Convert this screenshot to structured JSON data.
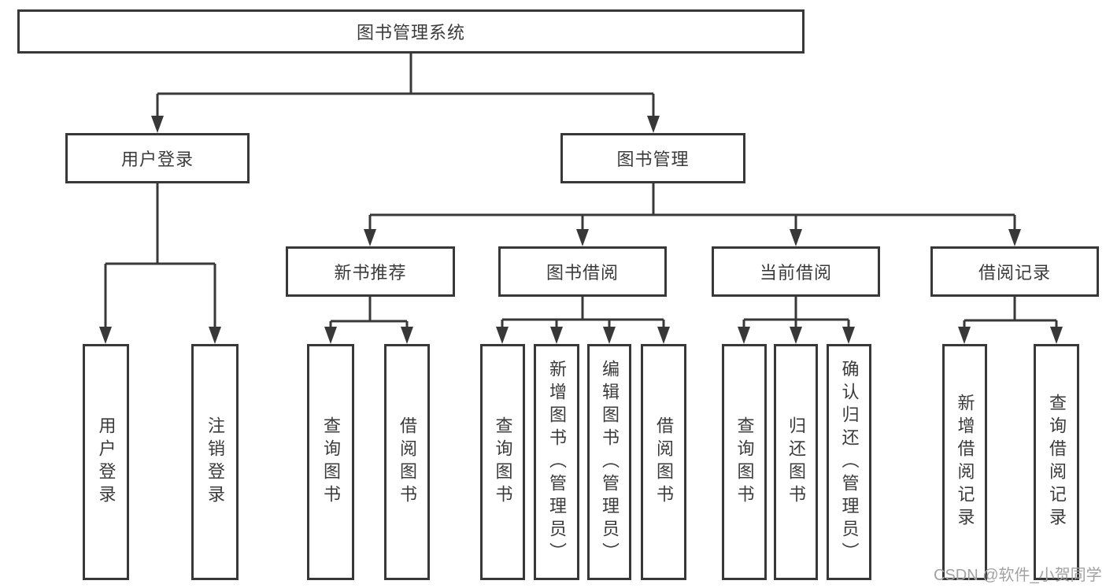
{
  "diagram": {
    "type": "tree",
    "tree": {
      "root": {
        "label": "图书管理系统"
      },
      "branches": [
        {
          "label": "用户登录",
          "children": [
            {
              "label": "用户登录"
            },
            {
              "label": "注销登录"
            }
          ]
        },
        {
          "label": "图书管理",
          "children": [
            {
              "label": "新书推荐",
              "children": [
                {
                  "label": "查询图书"
                },
                {
                  "label": "借阅图书"
                }
              ]
            },
            {
              "label": "图书借阅",
              "children": [
                {
                  "label": "查询图书"
                },
                {
                  "label": "新增图书（管理员）"
                },
                {
                  "label": "编辑图书（管理员）"
                },
                {
                  "label": "借阅图书"
                }
              ]
            },
            {
              "label": "当前借阅",
              "children": [
                {
                  "label": "查询图书"
                },
                {
                  "label": "归还图书"
                },
                {
                  "label": "确认归还（管理员）"
                }
              ]
            },
            {
              "label": "借阅记录",
              "children": [
                {
                  "label": "新增借阅记录"
                },
                {
                  "label": "查询借阅记录"
                }
              ]
            }
          ]
        }
      ]
    },
    "colors": {
      "line": "#383838",
      "text": "#3b3b3b",
      "background": "#ffffff",
      "watermark": "#a2a2a2"
    }
  },
  "watermark": {
    "text": "CSDN @软件_小贺同学"
  }
}
